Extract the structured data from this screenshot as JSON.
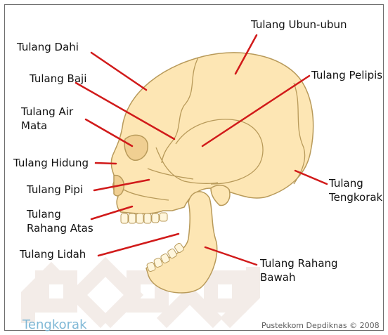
{
  "labels": {
    "tulang_dahi": "Tulang Dahi",
    "tulang_ubun_ubun": "Tulang Ubun-ubun",
    "tulang_baji": "Tulang Baji",
    "tulang_pelipis": "Tulang Pelipis",
    "tulang_air_mata_1": "Tulang Air",
    "tulang_air_mata_2": "Mata",
    "tulang_hidung": "Tulang Hidung",
    "tulang_pipi": "Tulang Pipi",
    "tulang_rahang_atas_1": "Tulang",
    "tulang_rahang_atas_2": "Rahang Atas",
    "tulang_lidah": "Tulang Lidah",
    "tulang_tengkorak_1": "Tulang",
    "tulang_tengkorak_2": "Tengkorak",
    "tulang_rahang_bawah_1": "Tulang Rahang",
    "tulang_rahang_bawah_2": "Bawah"
  },
  "caption": "Tengkorak",
  "credit": "Pustekkom Depdiknas © 2008",
  "colors": {
    "bone_fill": "#fde6b4",
    "bone_outline": "#b89a5a",
    "pointer_line": "#d11a1a",
    "watermark": "#f3ece8",
    "caption": "#7fb8d6"
  }
}
